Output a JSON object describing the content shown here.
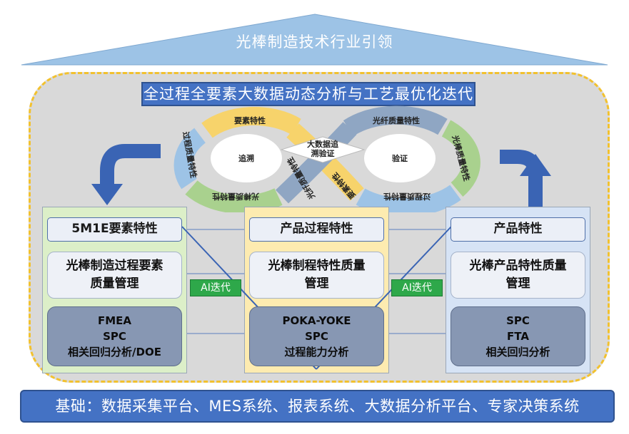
{
  "roof": {
    "title": "光棒制造技术行业引领"
  },
  "banner": {
    "title": "全过程全要素大数据动态分析与工艺最优化迭代"
  },
  "loop": {
    "left_center": "追溯",
    "right_center": "验证",
    "middle": [
      "大数据追",
      "溯验证"
    ],
    "left_segments": [
      "要素特性",
      "过程质量特性",
      "光棒质量特性"
    ],
    "cross_segments": [
      "光纤质量特性",
      "要素特性"
    ],
    "right_segments": [
      "光纤质量特性",
      "光棒质量特性",
      "过程质量特性"
    ]
  },
  "columns": [
    {
      "header": "5M1E要素特性",
      "mid": [
        "光棒制造过程要素",
        "质量管理"
      ],
      "tools": [
        "FMEA",
        "SPC",
        "相关回归分析/DOE"
      ]
    },
    {
      "header": "产品过程特性",
      "mid": [
        "光棒制程特性质量",
        "管理"
      ],
      "tools": [
        "POKA-YOKE",
        "SPC",
        "过程能力分析"
      ]
    },
    {
      "header": "产品特性",
      "mid": [
        "光棒产品特性质量",
        "管理"
      ],
      "tools": [
        "SPC",
        "FTA",
        "相关回归分析"
      ]
    }
  ],
  "ai_tags": [
    "AI迭代",
    "AI迭代"
  ],
  "foundation": {
    "title": "基础：数据采集平台、MES系统、报表系统、大数据分析平台、专家决策系统"
  },
  "colors": {
    "blue": "#4472c4",
    "yellow_dash": "#f2c12e",
    "green": "#2ea84a",
    "grey_bg": "#d9d9d9"
  }
}
